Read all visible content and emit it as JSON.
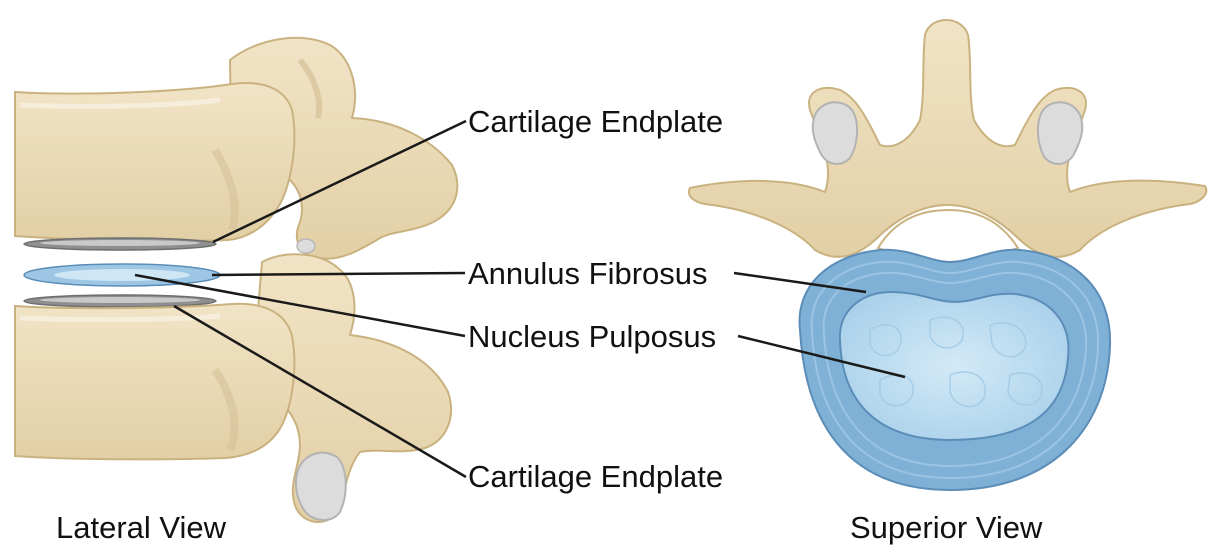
{
  "labels": {
    "cartilage_endplate_top": "Cartilage Endplate",
    "annulus_fibrosus": "Annulus Fibrosus",
    "nucleus_pulposus": "Nucleus Pulposus",
    "cartilage_endplate_bottom": "Cartilage Endplate"
  },
  "captions": {
    "lateral": "Lateral View",
    "superior": "Superior View"
  },
  "colors": {
    "bone": "#ecdcb8",
    "bone_shade": "#d6c197",
    "bone_outline": "#c9b27f",
    "cartilage": "#8f8f8f",
    "cartilage_light": "#c9c9c9",
    "annulus": "#7fb0d6",
    "annulus_ring": "#5b8db8",
    "nucleus": "#bcdcef",
    "facet": "#dcdcdc",
    "leader": "#1a1a1a"
  }
}
